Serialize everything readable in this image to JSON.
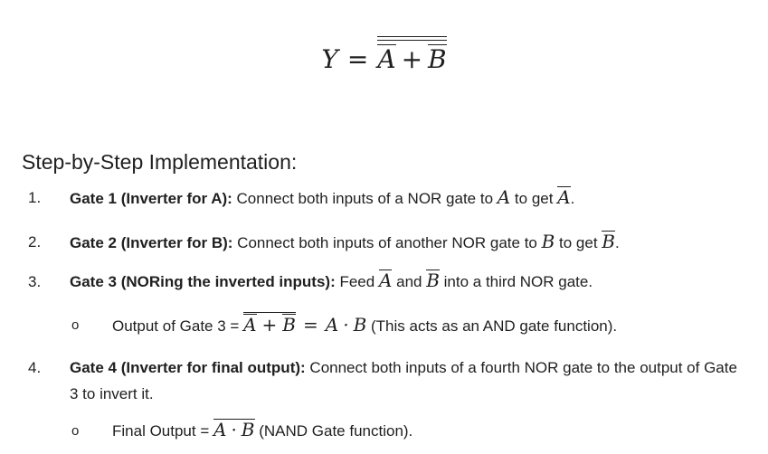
{
  "formula": {
    "lhs": "Y",
    "eq": "=",
    "a": "A",
    "plus": "+",
    "b": "B"
  },
  "heading": "Step-by-Step Implementation:",
  "steps": [
    {
      "num": "1.",
      "bold": "Gate 1 (Inverter for A):",
      "text1": " Connect both inputs of a NOR gate to ",
      "var1": "A",
      "text2": " to get ",
      "var2": "A",
      "text3": "."
    },
    {
      "num": "2.",
      "bold": "Gate 2 (Inverter for B):",
      "text1": " Connect both inputs of another NOR gate to ",
      "var1": "B",
      "text2": " to get ",
      "var2": "B",
      "text3": "."
    },
    {
      "num": "3.",
      "bold": "Gate 3 (NORing the inverted inputs):",
      "text1": " Feed ",
      "var1": "A",
      "text2": " and ",
      "var2": "B",
      "text3": " into a third NOR gate."
    },
    {
      "num": "4.",
      "bold": "Gate 4 (Inverter for final output):",
      "text1": " Connect both inputs of a fourth NOR gate to the output of Gate 3 to invert it."
    }
  ],
  "sub3": {
    "bullet": "o",
    "text1": "Output of Gate 3 = ",
    "a": "A",
    "plus": "+",
    "b": "B",
    "eq": "=",
    "c": "A",
    "dot": "·",
    "d": "B",
    "text2": " (This acts as an AND gate function)."
  },
  "sub4": {
    "bullet": "o",
    "text1": "Final Output = ",
    "a": "A",
    "dot": "·",
    "b": "B",
    "text2": " (NAND Gate function)."
  }
}
